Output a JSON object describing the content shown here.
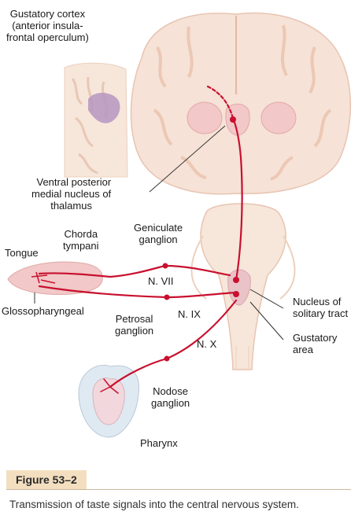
{
  "labels": {
    "gustatory_cortex": [
      "Gustatory cortex",
      "(anterior insula-",
      "frontal operculum)"
    ],
    "vpm_thalamus": [
      "Ventral posterior",
      "medial nucleus of",
      "thalamus"
    ],
    "geniculate_ganglion": [
      "Geniculate",
      "ganglion"
    ],
    "chorda_tympani": [
      "Chorda",
      "tympani"
    ],
    "tongue": "Tongue",
    "nerve_vii": "N. VII",
    "nerve_ix": "N. IX",
    "nerve_x": "N. X",
    "glossopharyngeal": "Glossopharyngeal",
    "petrosal_ganglion": [
      "Petrosal",
      "ganglion"
    ],
    "nucleus_solitary_tract": [
      "Nucleus of",
      "solitary tract"
    ],
    "gustatory_area": [
      "Gustatory",
      "area"
    ],
    "nodose_ganglion": [
      "Nodose",
      "ganglion"
    ],
    "pharynx": "Pharynx"
  },
  "figure": {
    "tag": "Figure 53–2",
    "caption": "Transmission of taste signals into the central nervous system."
  },
  "colors": {
    "pathway": "#c8102e",
    "tissue": "#f6e2d6",
    "tissue_outline": "#e8c4b2",
    "insula_highlight": "#b695bf",
    "figure_tag_bg": "#f3dfc0"
  }
}
